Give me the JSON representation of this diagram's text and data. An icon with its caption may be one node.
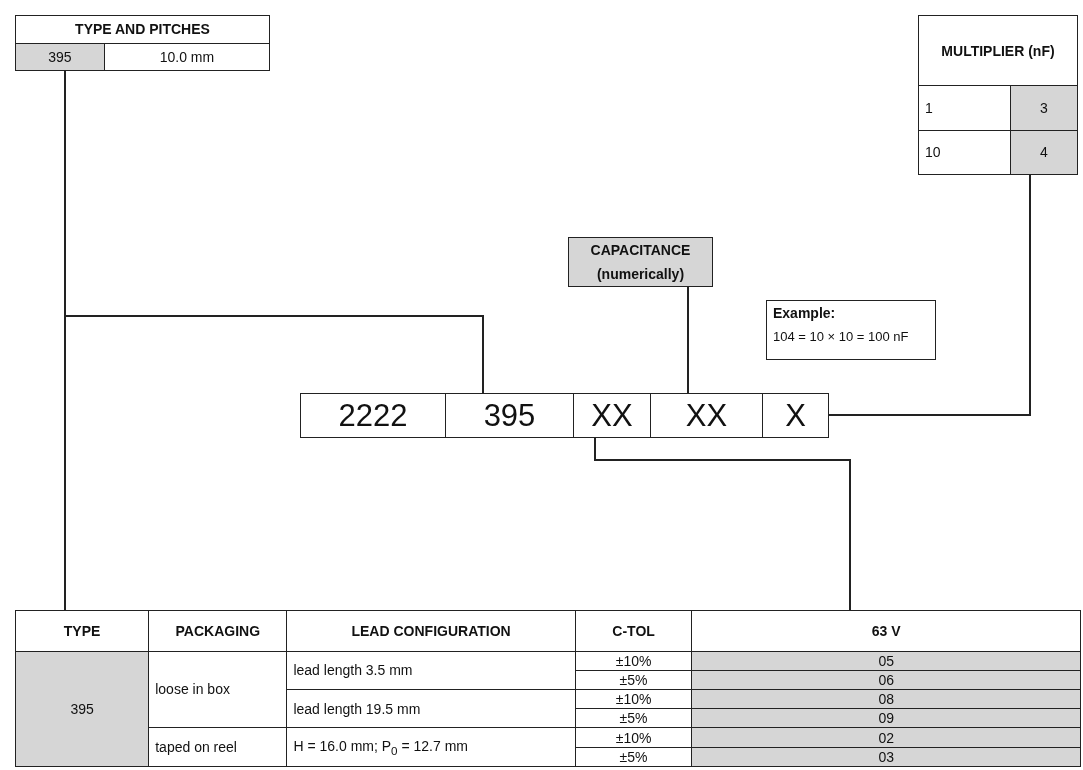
{
  "diagram": {
    "nodes": [
      {
        "text": [
          "TYPE AND PITCHES",
          "395",
          "10.0 mm"
        ]
      },
      {
        "text": [
          "MULTIPLIER (nF)",
          "1",
          "3",
          "10",
          "4"
        ]
      },
      {
        "text": [
          "CAPACITANCE (numerically)"
        ]
      },
      {
        "text": [
          "Example:",
          "104 = 10 × 10 = 100 nF"
        ]
      },
      {
        "text": [
          "2222"
        ]
      },
      {
        "text": [
          "395"
        ]
      },
      {
        "text": [
          "XX"
        ]
      },
      {
        "text": [
          "XX"
        ]
      },
      {
        "text": [
          "X"
        ]
      },
      {
        "text": [
          "TYPE",
          "PACKAGING",
          "LEAD CONFIGURATION",
          "C-TOL",
          "63 V",
          "395",
          "loose in box",
          "lead length 3.5 mm",
          "±10%",
          "05",
          "±5%",
          "06",
          "lead length 19.5 mm",
          "±10%",
          "08",
          "±5%",
          "09",
          "taped on reel",
          "H = 16.0 mm; P$_{0}$ = 12.7 mm",
          "±10%",
          "02",
          "±5%",
          "03"
        ]
      }
    ],
    "edges": [
      {
        "from": 0,
        "to": 5,
        "arrow": "none"
      },
      {
        "from": 0,
        "to": 9,
        "arrow": "none"
      },
      {
        "from": 2,
        "to": 7,
        "arrow": "none"
      },
      {
        "from": 1,
        "to": 8,
        "arrow": "none"
      },
      {
        "from": 6,
        "to": 9,
        "arrow": "none"
      }
    ]
  }
}
